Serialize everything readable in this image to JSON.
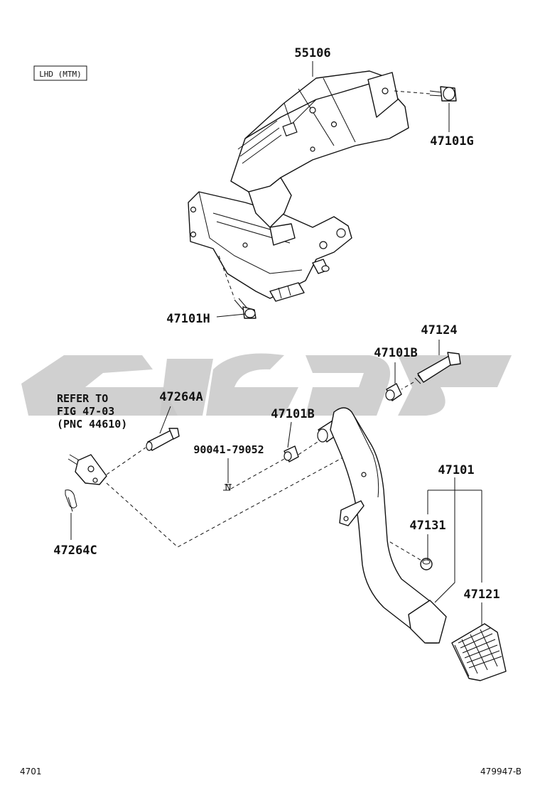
{
  "variant_box": "LHD (MTM)",
  "labels": {
    "p55106": "55106",
    "p47101G": "47101G",
    "p47101H": "47101H",
    "p47124": "47124",
    "p47101B_top": "47101B",
    "p47101B_mid": "47101B",
    "p47264A": "47264A",
    "p90041": "90041-79052",
    "p47264C": "47264C",
    "p47101": "47101",
    "p47131": "47131",
    "p47121": "47121"
  },
  "reference": {
    "line1": "REFER TO",
    "line2": "FIG 47-03",
    "line3": "(PNC 44610)"
  },
  "footer": {
    "left": "4701",
    "right": "479947-B"
  }
}
